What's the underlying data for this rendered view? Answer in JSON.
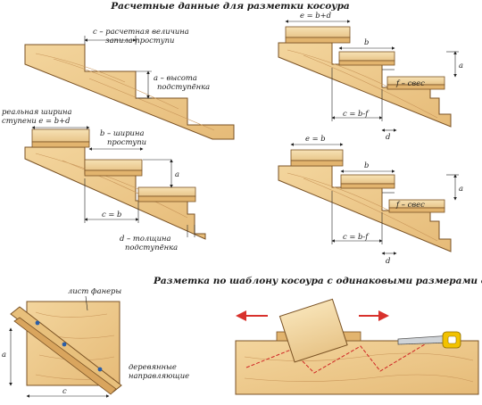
{
  "title_top": "Расчетные данные для разметки косоура",
  "title_bottom": "Разметка по шаблону косоура с одинаковыми размерами ступеней",
  "diagram_tl": {
    "label_c_line1": "c – расчетная величина",
    "label_c_line2": "запила проступи",
    "label_a_line1": "a – высота",
    "label_a_line2": "подступёнка"
  },
  "diagram_ml": {
    "label_real_line1": "реальная ширина",
    "label_real_line2": "ступени  e = b+d",
    "label_b_line1": "b – ширина",
    "label_b_line2": "проступи",
    "label_a": "a",
    "label_cb": "c = b",
    "label_d_line1": "d – толщина",
    "label_d_line2": "подступёнка"
  },
  "diagram_tr": {
    "label_e": "e = b+d",
    "label_b": "b",
    "label_a": "a",
    "label_f": "f – свес",
    "label_c": "c = b-f",
    "label_d": "d"
  },
  "diagram_mr": {
    "label_e": "e = b",
    "label_b": "b",
    "label_a": "a",
    "label_f": "f – свес",
    "label_c": "c = b-f",
    "label_d": "d"
  },
  "diagram_bl": {
    "label_sheet": "лист фанеры",
    "label_guides_line1": "деревянные",
    "label_guides_line2": "направляющие",
    "label_a": "a",
    "label_c": "c"
  },
  "colors": {
    "wood": "#eecb8e",
    "wood_dark": "#d9a55e",
    "wood_edge": "#7a5224",
    "step_wood": "#f2d6a2",
    "arrow_red": "#d8312c",
    "cut_red": "#d02424",
    "dim_line": "#222222",
    "dowel": "#2a5ea8"
  }
}
